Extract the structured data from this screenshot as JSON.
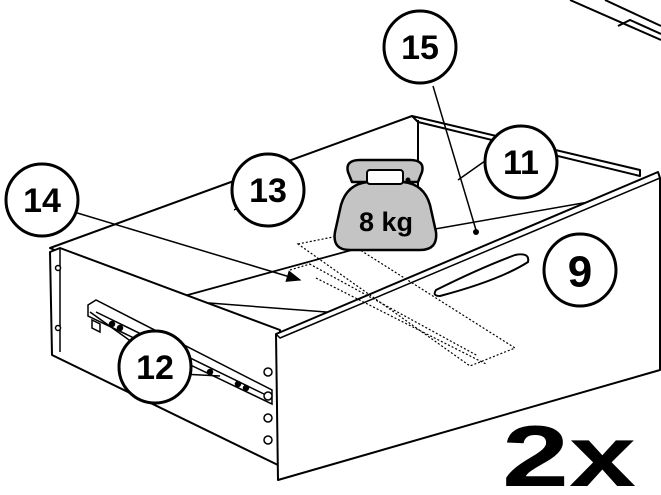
{
  "callouts": {
    "c15": "15",
    "c11": "11",
    "c13": "13",
    "c14": "14",
    "c9": "9",
    "c12": "12"
  },
  "weight_label": "8 kg",
  "quantity_label": "2x",
  "colors": {
    "line": "#000000",
    "panel": "#ffffff",
    "weight_fill": "#c4c4c4"
  }
}
